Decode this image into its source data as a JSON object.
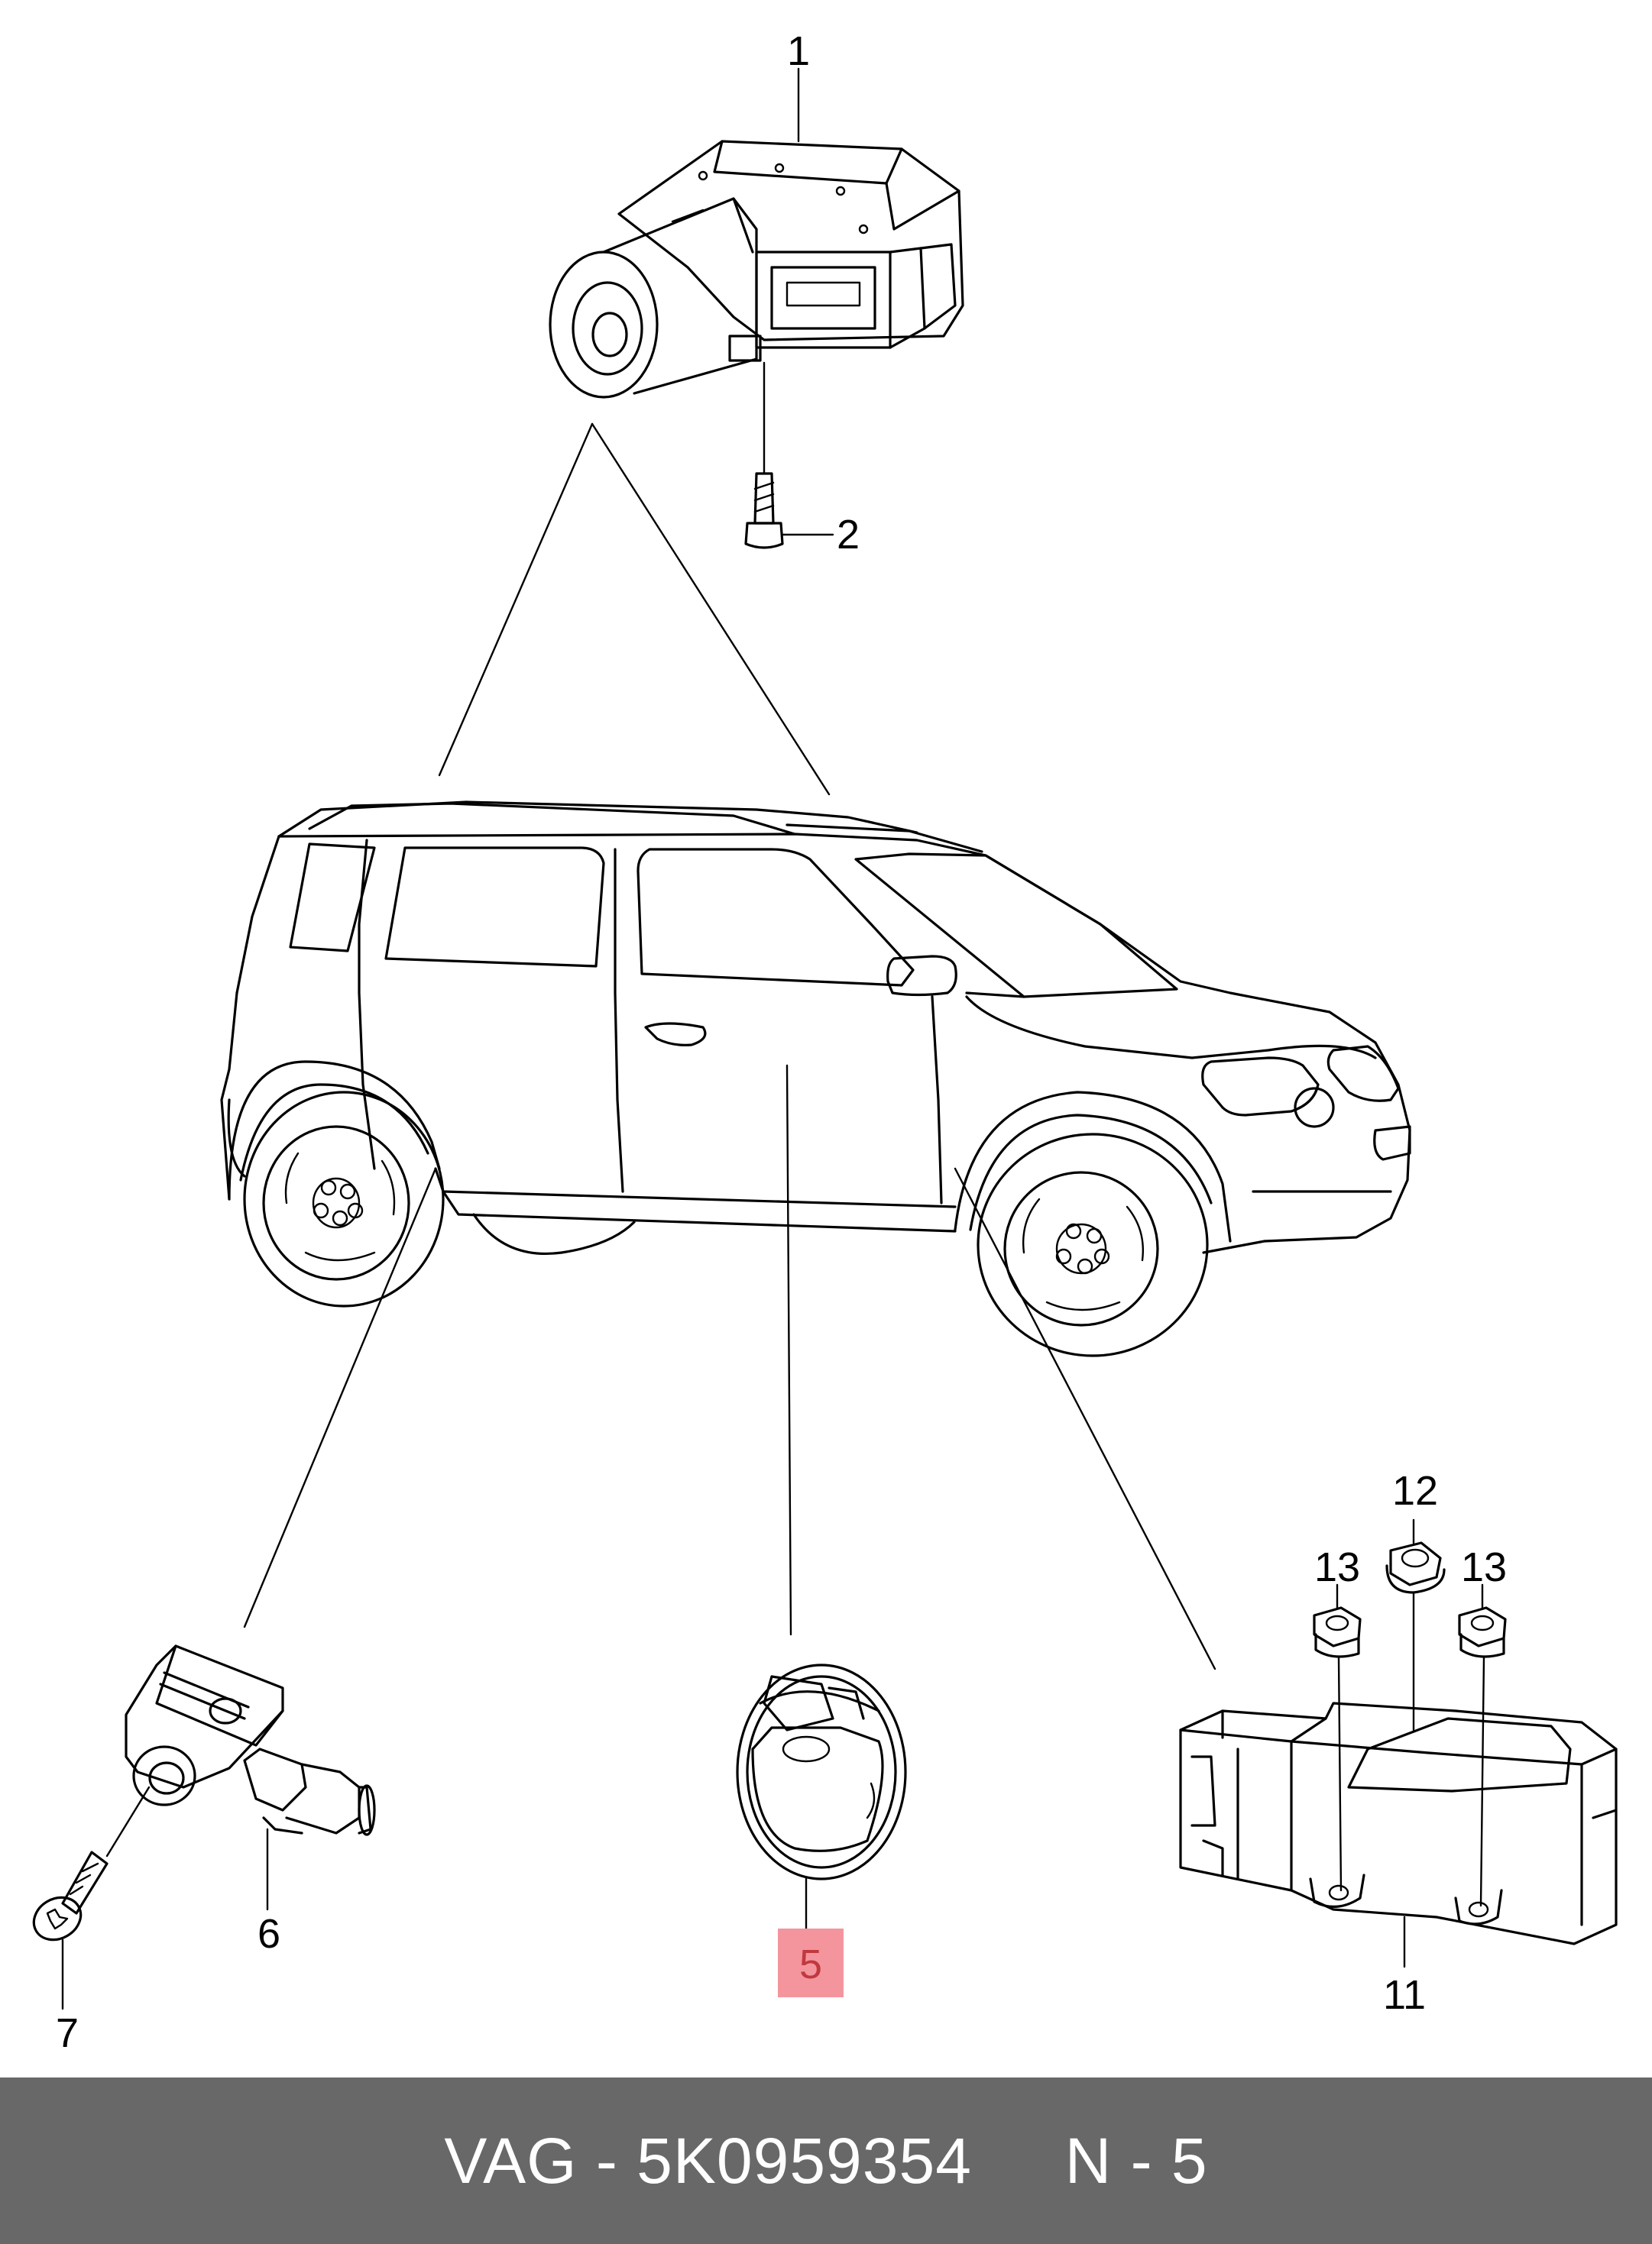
{
  "labels": {
    "p1": "1",
    "p2": "2",
    "p5": "5",
    "p6": "6",
    "p7": "7",
    "p11": "11",
    "p12": "12",
    "p13a": "13",
    "p13b": "13"
  },
  "highlight_color": "#f4959e",
  "footer": {
    "text": "VAG - 5K0959354     N - 5",
    "background": "#686868"
  }
}
